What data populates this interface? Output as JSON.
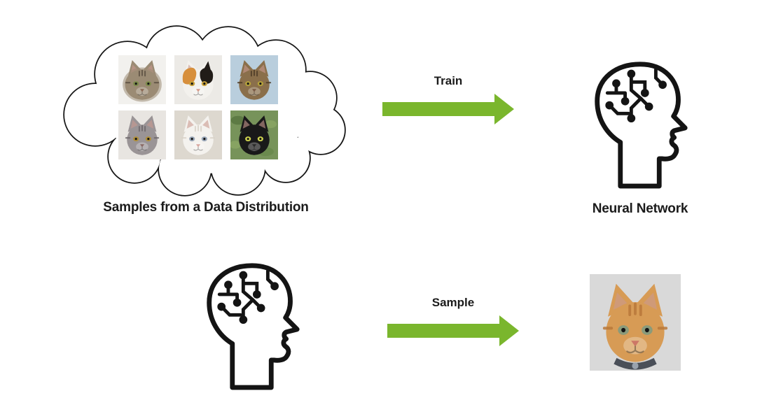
{
  "colors": {
    "background": "#ffffff",
    "arrow_green": "#7ab62d",
    "ink": "#1a1a1a"
  },
  "labels": {
    "data_distribution": "Samples from a Data Distribution",
    "train_arrow": "Train",
    "neural_network": "Neural Network",
    "sample_arrow": "Sample"
  },
  "icons": {
    "cloud": "cloud-outline-icon",
    "neural_head": "neural-network-head-icon",
    "train_arrow": "right-arrow-icon",
    "sample_arrow": "right-arrow-icon"
  },
  "cats": {
    "grid": [
      {
        "name": "fluffy-brown-tabby-cat",
        "desc": "fluffy grey-brown tabby cat on white background",
        "bg": "#f2f1ee",
        "fur": "#9b8b74",
        "fur_dark": "#5d5143",
        "eye": "#7d8c4c",
        "nose": "#8a6a55",
        "fluffy": true
      },
      {
        "name": "calico-cat",
        "desc": "calico cat with orange and black patches",
        "bg": "#eceae6",
        "fur": "#f3f1ed",
        "patch_left": "#d78f3c",
        "patch_right": "#211c18",
        "eye": "#c9a23c",
        "nose": "#d89a8a"
      },
      {
        "name": "brown-tabby-cat",
        "desc": "brown tabby cat on light blue background",
        "bg": "#b9cedd",
        "fur": "#8a6f4b",
        "fur_dark": "#4f3d28",
        "eye": "#b5a23c",
        "nose": "#7a5a45"
      },
      {
        "name": "grey-cat",
        "desc": "grey dilute cat on pale background",
        "bg": "#e8e5e1",
        "fur": "#9a9496",
        "fur_dark": "#6e686b",
        "eye": "#b0903c",
        "nose": "#8a6a66"
      },
      {
        "name": "white-cat",
        "desc": "white cat on beige background",
        "bg": "#ddd8cf",
        "fur": "#f4f2ee",
        "fur_dark": "#d9d3c9",
        "eye": "#9aa7b8",
        "nose": "#d8a8a0"
      },
      {
        "name": "black-cat",
        "desc": "black cat among green leaves",
        "bg": "#77935a",
        "fur": "#191919",
        "eye": "#ccd04e",
        "nose": "#2a2a2a",
        "leaves": [
          "#5d7a44",
          "#87a362",
          "#6b8a4e"
        ]
      }
    ],
    "generated": {
      "name": "orange-tabby-cat",
      "desc": "generated orange tabby cat with dark collar on grey background",
      "bg": "#d9d9d9",
      "fur": "#d79b55",
      "fur_dark": "#b9783a",
      "eye": "#8a9a7a",
      "nose": "#cc7766",
      "collar": "#4a4f58"
    }
  }
}
